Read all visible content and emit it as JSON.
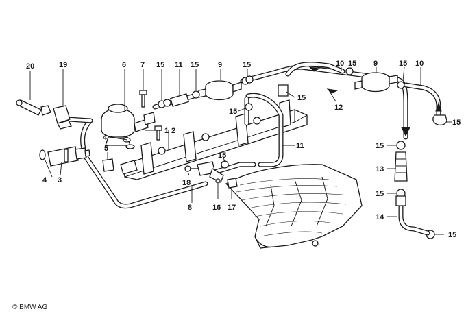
{
  "diagram": {
    "callouts": [
      {
        "id": "c20",
        "text": "20"
      },
      {
        "id": "c19",
        "text": "19"
      },
      {
        "id": "c6",
        "text": "6"
      },
      {
        "id": "c7",
        "text": "7"
      },
      {
        "id": "c15a",
        "text": "15"
      },
      {
        "id": "c11a",
        "text": "11"
      },
      {
        "id": "c15b",
        "text": "15"
      },
      {
        "id": "c9a",
        "text": "9"
      },
      {
        "id": "c15c",
        "text": "15"
      },
      {
        "id": "c10a",
        "text": "10"
      },
      {
        "id": "c15d",
        "text": "15"
      },
      {
        "id": "c9b",
        "text": "9"
      },
      {
        "id": "c15e",
        "text": "15"
      },
      {
        "id": "c10b",
        "text": "10"
      },
      {
        "id": "c15f",
        "text": "15"
      },
      {
        "id": "c15g",
        "text": "15"
      },
      {
        "id": "c12",
        "text": "12"
      },
      {
        "id": "c15h",
        "text": "15"
      },
      {
        "id": "c2",
        "text": "2"
      },
      {
        "id": "c1",
        "text": "1"
      },
      {
        "id": "c4a",
        "text": "4"
      },
      {
        "id": "c5",
        "text": "5"
      },
      {
        "id": "c11b",
        "text": "11"
      },
      {
        "id": "c15i",
        "text": "15"
      },
      {
        "id": "c15j",
        "text": "15"
      },
      {
        "id": "c13",
        "text": "13"
      },
      {
        "id": "c4b",
        "text": "4"
      },
      {
        "id": "c3",
        "text": "3"
      },
      {
        "id": "c18",
        "text": "18"
      },
      {
        "id": "c15k",
        "text": "15"
      },
      {
        "id": "c8",
        "text": "8"
      },
      {
        "id": "c16",
        "text": "16"
      },
      {
        "id": "c17",
        "text": "17"
      },
      {
        "id": "c14",
        "text": "14"
      },
      {
        "id": "c15l",
        "text": "15"
      }
    ],
    "copyright": "© BMW AG"
  }
}
